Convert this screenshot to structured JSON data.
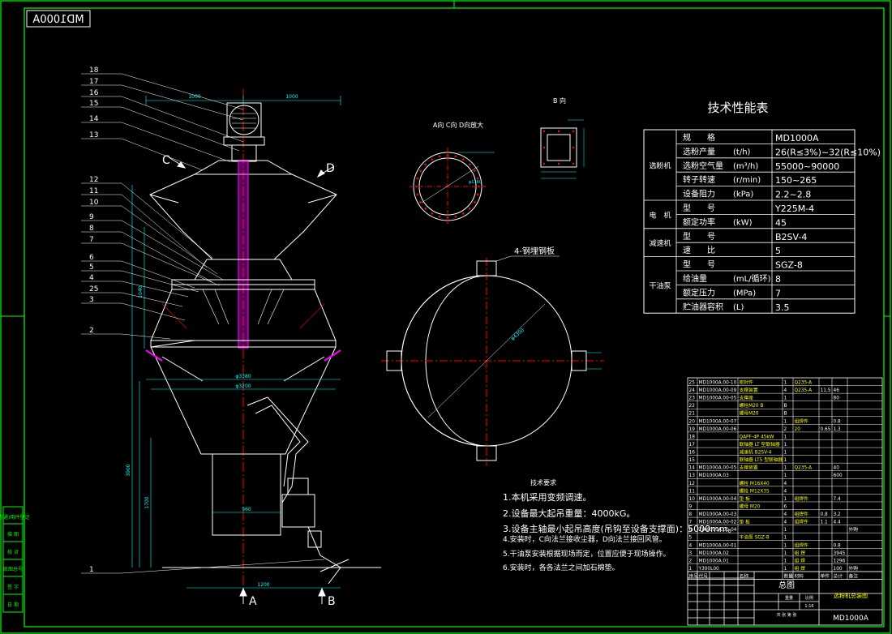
{
  "drawing": {
    "stamp_mirrored": "MD1000A",
    "colors": {
      "border": "#00ff00",
      "line": "#ffffff",
      "center": "#ff0000",
      "dim": "#00ffff",
      "part": "#ffff00",
      "bar": "#ff00ff"
    }
  },
  "views": {
    "section_label_c": "C",
    "section_label_d": "D",
    "section_label_a": "A",
    "section_label_b": "B",
    "view_acd_title": "A向 C向 D向放大",
    "view_b_title": "B 向",
    "plan_note": "4-钢埋钢板",
    "dim_top_left": "1000",
    "dim_top_right": "1000",
    "dim_ring": "φ1160",
    "dim_plan": "φ4300",
    "dim_base_width": "φ3380",
    "dim_base_inner": "φ3200",
    "dim_bottom": "1200",
    "dim_inlet": "960",
    "dim_vert_1": "1040",
    "dim_vert_2": "3900",
    "dim_vert_3": "1700"
  },
  "balloons": [
    "18",
    "17",
    "16",
    "15",
    "14",
    "13",
    "12",
    "11",
    "10",
    "9",
    "8",
    "7",
    "6",
    "5",
    "4",
    "25",
    "3",
    "2",
    "1"
  ],
  "spec_table": {
    "title": "技术性能表",
    "groups": [
      {
        "name": "选粉机",
        "rows": [
          {
            "label": "规　　格",
            "unit": "",
            "value": "MD1000A"
          },
          {
            "label": "选粉产量",
            "unit": "(t/h)",
            "value": "26(R≤3%)~32(R≤10%)"
          },
          {
            "label": "选粉空气量",
            "unit": "(m³/h)",
            "value": "55000~90000"
          },
          {
            "label": "转子转速",
            "unit": "(r/min)",
            "value": "150~265"
          },
          {
            "label": "设备阻力",
            "unit": "(kPa)",
            "value": "2.2~2.8"
          }
        ]
      },
      {
        "name": "电　机",
        "rows": [
          {
            "label": "型　　号",
            "unit": "",
            "value": "Y225M-4"
          },
          {
            "label": "额定功率",
            "unit": "(kW)",
            "value": "45"
          }
        ]
      },
      {
        "name": "减速机",
        "rows": [
          {
            "label": "型　　号",
            "unit": "",
            "value": "B2SV-4"
          },
          {
            "label": "速　　比",
            "unit": "",
            "value": "5"
          }
        ]
      },
      {
        "name": "干油泵",
        "rows": [
          {
            "label": "型　　号",
            "unit": "",
            "value": "SGZ-8"
          },
          {
            "label": "给油量",
            "unit": "(mL/循环)",
            "value": "8"
          },
          {
            "label": "额定压力",
            "unit": "(MPa)",
            "value": "7"
          },
          {
            "label": "贮油器容积",
            "unit": "(L)",
            "value": "3.5"
          }
        ]
      }
    ]
  },
  "tech_req": {
    "title": "技术要求",
    "items": [
      "1.本机采用变频调速。",
      "2.设备最大起吊重量：4000kG。",
      "3.设备主轴最小起吊高度(吊钩至设备支撑面)：5000mm。",
      "4.安装时，C向法兰接收尘器，D向法兰接回风管。",
      "5.干油泵安装根据现场而定，位置应便于现场操作。",
      "6.安装时，各各法兰之间加石棉垫。"
    ]
  },
  "bom": {
    "rows": [
      {
        "no": "25",
        "code": "MD1000A.00-10",
        "name": "密封件",
        "qty": "1",
        "mat": "Q235-A",
        "w1": "",
        "w2": "",
        "note": ""
      },
      {
        "no": "24",
        "code": "MD1000A.00-09",
        "name": "支撑装置",
        "qty": "4",
        "mat": "Q235-A",
        "w1": "11.5",
        "w2": "46",
        "note": ""
      },
      {
        "no": "23",
        "code": "MD1000A.00-05",
        "name": "支撑座",
        "qty": "1",
        "mat": "",
        "w1": "",
        "w2": "80",
        "note": ""
      },
      {
        "no": "22",
        "code": "",
        "name": "螺栓M20 B",
        "qty": "B",
        "mat": "",
        "w1": "",
        "w2": "",
        "note": ""
      },
      {
        "no": "21",
        "code": "",
        "name": "螺母M20",
        "qty": "B",
        "mat": "",
        "w1": "",
        "w2": "",
        "note": ""
      },
      {
        "no": "20",
        "code": "MD1000A.00-07",
        "name": "",
        "qty": "1",
        "mat": "组焊件",
        "w1": "",
        "w2": "0.8",
        "note": ""
      },
      {
        "no": "19",
        "code": "MD1000A.00-06",
        "name": "",
        "qty": "2",
        "mat": "20",
        "w1": "0.65",
        "w2": "1.3",
        "note": ""
      },
      {
        "no": "18",
        "code": "",
        "name": "QAPF-4P 45kW",
        "qty": "1",
        "mat": "",
        "w1": "",
        "w2": "",
        "note": ""
      },
      {
        "no": "17",
        "code": "",
        "name": "联轴器 LT 型联轴器",
        "qty": "1",
        "mat": "",
        "w1": "",
        "w2": "",
        "note": ""
      },
      {
        "no": "16",
        "code": "",
        "name": "减速机 B2SV-4",
        "qty": "1",
        "mat": "",
        "w1": "",
        "w2": "",
        "note": ""
      },
      {
        "no": "15",
        "code": "",
        "name": "联轴器 LT5 型联轴器",
        "qty": "1",
        "mat": "",
        "w1": "",
        "w2": "",
        "note": ""
      },
      {
        "no": "14",
        "code": "MD1000A.00-05",
        "name": "支撑装置",
        "qty": "1",
        "mat": "Q235-A",
        "w1": "",
        "w2": "40",
        "note": ""
      },
      {
        "no": "13",
        "code": "MD1000A.03",
        "name": "",
        "qty": "1",
        "mat": "",
        "w1": "",
        "w2": "600",
        "note": ""
      },
      {
        "no": "12",
        "code": "",
        "name": "螺栓 M16X40",
        "qty": "4",
        "mat": "",
        "w1": "",
        "w2": "",
        "note": ""
      },
      {
        "no": "11",
        "code": "",
        "name": "螺栓 M12X35",
        "qty": "4",
        "mat": "",
        "w1": "",
        "w2": "",
        "note": ""
      },
      {
        "no": "10",
        "code": "MD1000A.00-04",
        "name": "垫 板",
        "qty": "1",
        "mat": "组焊件",
        "w1": "",
        "w2": "7.4",
        "note": ""
      },
      {
        "no": "9",
        "code": "",
        "name": "螺母 M20",
        "qty": "6",
        "mat": "",
        "w1": "",
        "w2": "",
        "note": ""
      },
      {
        "no": "8",
        "code": "MD1000A.00-03",
        "name": "",
        "qty": "4",
        "mat": "组焊件",
        "w1": "0.8",
        "w2": "3.2",
        "note": ""
      },
      {
        "no": "7",
        "code": "MD1000A.00-02",
        "name": "垫 板",
        "qty": "4",
        "mat": "组焊件",
        "w1": "1.1",
        "w2": "4.4",
        "note": ""
      },
      {
        "no": "6",
        "code": "ZJX6000A.00-04",
        "name": "",
        "qty": "1",
        "mat": "",
        "w1": "",
        "w2": "",
        "note": "外购"
      },
      {
        "no": "5",
        "code": "",
        "name": "干油泵 SGZ-8",
        "qty": "1",
        "mat": "",
        "w1": "",
        "w2": "",
        "note": ""
      },
      {
        "no": "4",
        "code": "MD1000A.00-01",
        "name": "",
        "qty": "1",
        "mat": "组焊件",
        "w1": "",
        "w2": "0.8",
        "note": ""
      },
      {
        "no": "3",
        "code": "MD1000A.02",
        "name": "",
        "qty": "1",
        "mat": "组 焊",
        "w1": "",
        "w2": "3945",
        "note": ""
      },
      {
        "no": "2",
        "code": "MD1000A.01",
        "name": "",
        "qty": "1",
        "mat": "组 焊",
        "w1": "",
        "w2": "1296",
        "note": ""
      },
      {
        "no": "1",
        "code": "Y300L00",
        "name": "",
        "qty": "1",
        "mat": "组 焊",
        "w1": "",
        "w2": "100",
        "note": "外购"
      }
    ],
    "header": {
      "no": "序号",
      "code": "代号",
      "name": "名称",
      "qty": "数量",
      "mat": "材料",
      "w1": "单件",
      "w2": "总计",
      "note": "备注"
    }
  },
  "title_block": {
    "drawing_name": "总图",
    "company": "选粉机总装图",
    "drawing_no": "MD1000A",
    "scale_label": "比例",
    "scale": "1:16",
    "weight_label": "重量",
    "sheet_label": "共 张 第 张"
  },
  "left_strip": [
    "借(通)用件登记",
    "描 图",
    "校 对",
    "底图总号",
    "签 字",
    "日 期"
  ]
}
